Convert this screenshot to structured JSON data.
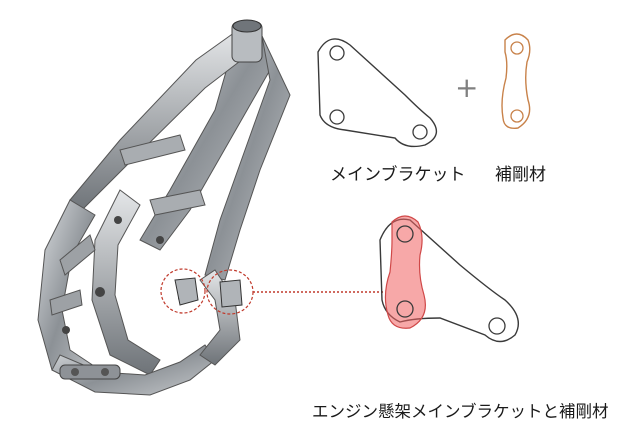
{
  "labels": {
    "main_bracket": "メインブラケット",
    "reinforcement": "補剛材",
    "assembly_caption": "エンジン懸架メインブラケットと補剛材"
  },
  "symbols": {
    "plus": "+"
  },
  "colors": {
    "bracket_outline": "#3a3a3a",
    "reinforcement_outline": "#c8824a",
    "highlight_fill": "#f06060",
    "callout_line": "#c0392b",
    "frame_metal": "#9a9ea3"
  },
  "icons": {
    "frame": "motorcycle-frame-illustration",
    "main_bracket": "main-bracket-outline-icon",
    "reinforcement": "reinforcement-plate-icon",
    "assembled": "assembled-bracket-icon"
  }
}
